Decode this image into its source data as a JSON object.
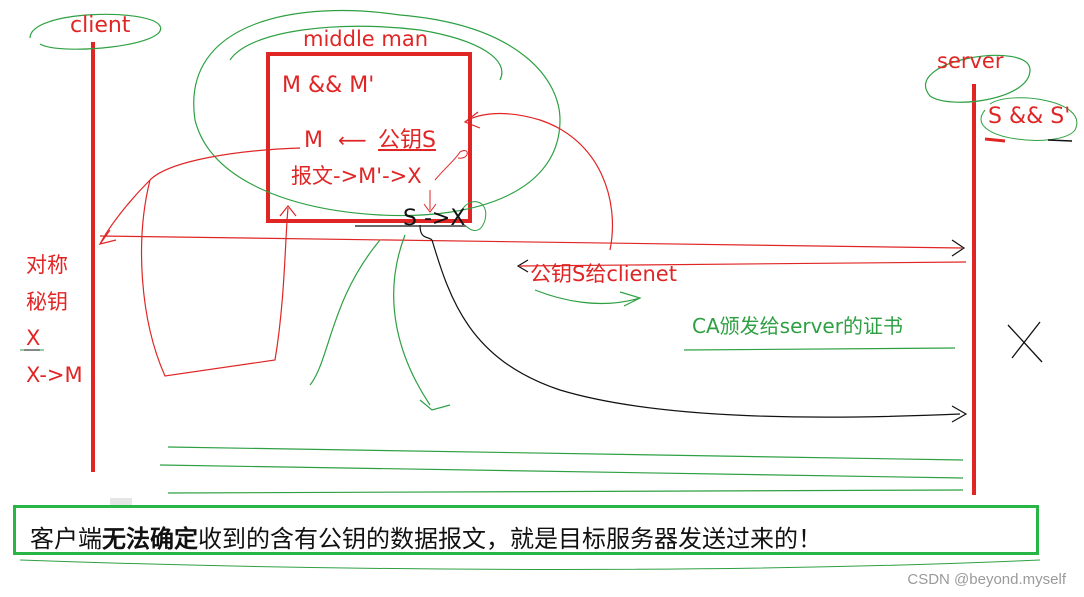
{
  "labels": {
    "client": "client",
    "middle_man": "middle man",
    "server": "server",
    "mm_keys": "M && M'",
    "mm_m": "M",
    "mm_arrow": "⟵",
    "mm_pubkey": "公钥S",
    "mm_message": "报文->M'->X",
    "s_to_x": "S ->X",
    "server_keys": "S && S'",
    "client_sym1": "对称",
    "client_sym2": "秘钥",
    "client_x": "X",
    "client_x_to_m": "X->M",
    "pubkey_to_client": "公钥S给clienet",
    "ca_cert": "CA颁发给server的证书",
    "x_mark": "X"
  },
  "banner": {
    "prefix": "客户端",
    "bold": "无法确定",
    "suffix": "收到的含有公钥的数据报文，就是目标服务器发送过来的！"
  },
  "watermark": "CSDN @beyond.myself",
  "colors": {
    "red": "#e02525",
    "green": "#2ea043",
    "black": "#111111",
    "banner_border": "#27b545"
  }
}
